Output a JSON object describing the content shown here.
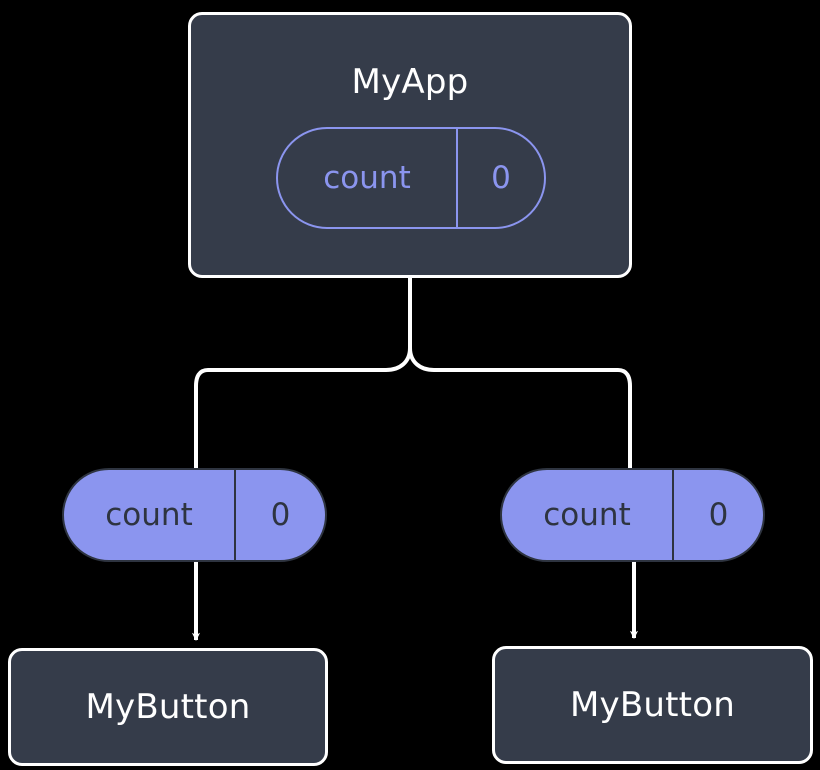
{
  "diagram": {
    "title_text": "MyApp",
    "background_color": "#000000",
    "box_fill_color": "#353c4a",
    "box_border_color": "#ffffff",
    "accent_color": "#8b95ef",
    "dark_text_color": "#2e3440",
    "connector_color": "#ffffff"
  },
  "root": {
    "component_name": "MyApp",
    "state": {
      "key": "count",
      "value": "0"
    }
  },
  "children": [
    {
      "component_name": "MyButton",
      "prop": {
        "key": "count",
        "value": "0"
      }
    },
    {
      "component_name": "MyButton",
      "prop": {
        "key": "count",
        "value": "0"
      }
    }
  ]
}
